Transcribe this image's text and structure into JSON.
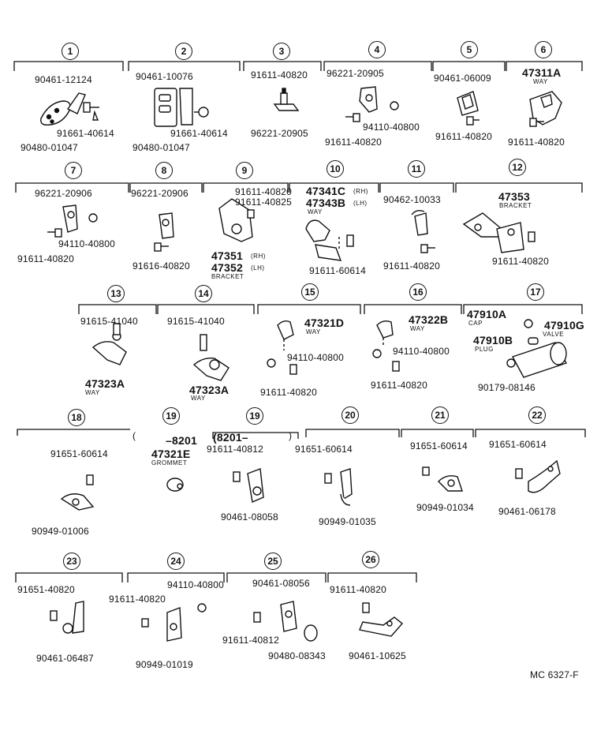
{
  "diagram_code": "MC 6327-F",
  "groups": [
    {
      "num": "1",
      "parts": [
        "90461-12124",
        "91661-40614",
        "90480-01047"
      ]
    },
    {
      "num": "2",
      "parts": [
        "90461-10076",
        "91661-40614",
        "90480-01047"
      ]
    },
    {
      "num": "3",
      "parts": [
        "91611-40820",
        "96221-20905"
      ]
    },
    {
      "num": "4",
      "parts": [
        "96221-20905",
        "94110-40800",
        "91611-40820"
      ]
    },
    {
      "num": "5",
      "parts": [
        "90461-06009",
        "91611-40820"
      ]
    },
    {
      "num": "6",
      "parts": [
        "47311A",
        "WAY",
        "91611-40820"
      ]
    },
    {
      "num": "7",
      "parts": [
        "96221-20906",
        "94110-40800",
        "91611-40820"
      ]
    },
    {
      "num": "8",
      "parts": [
        "96221-20906",
        "91616-40820"
      ]
    },
    {
      "num": "9",
      "parts": [
        "91611-40820",
        "91611-40825",
        "47351",
        "(RH)",
        "47352",
        "(LH)",
        "BRACKET"
      ]
    },
    {
      "num": "10",
      "parts": [
        "47341C",
        "(RH)",
        "47343B",
        "(LH)",
        "WAY",
        "91611-60614"
      ]
    },
    {
      "num": "11",
      "parts": [
        "90462-10033",
        "91611-40820"
      ]
    },
    {
      "num": "12",
      "parts": [
        "47353",
        "BRACKET",
        "91611-40820"
      ]
    },
    {
      "num": "13",
      "parts": [
        "91615-41040",
        "47323A",
        "WAY"
      ]
    },
    {
      "num": "14",
      "parts": [
        "91615-41040",
        "47323A",
        "WAY"
      ]
    },
    {
      "num": "15",
      "parts": [
        "47321D",
        "WAY",
        "94110-40800",
        "91611-40820"
      ]
    },
    {
      "num": "16",
      "parts": [
        "47322B",
        "WAY",
        "94110-40800",
        "91611-40820"
      ]
    },
    {
      "num": "17",
      "parts": [
        "47910A",
        "CAP",
        "47910G",
        "VALVE",
        "47910B",
        "PLUG",
        "90179-08146"
      ]
    },
    {
      "num": "18",
      "parts": [
        "91651-60614",
        "90949-01006"
      ]
    },
    {
      "num": "19",
      "parts": [
        "–8201",
        "47321E",
        "GROMMET"
      ]
    },
    {
      "num": "19",
      "parts": [
        "(8201–",
        "91611-40812",
        "90461-08058"
      ]
    },
    {
      "num": "20",
      "parts": [
        "91651-60614",
        "90949-01035"
      ]
    },
    {
      "num": "21",
      "parts": [
        "91651-60614",
        "90949-01034"
      ]
    },
    {
      "num": "22",
      "parts": [
        "91651-60614",
        "90461-06178"
      ]
    },
    {
      "num": "23",
      "parts": [
        "91651-40820",
        "90461-06487"
      ]
    },
    {
      "num": "24",
      "parts": [
        "94110-40800",
        "91611-40820",
        "90949-01019"
      ]
    },
    {
      "num": "25",
      "parts": [
        "90461-08056",
        "91611-40812",
        "90480-08343"
      ]
    },
    {
      "num": "26",
      "parts": [
        "91611-40820",
        "90461-10625"
      ]
    }
  ]
}
